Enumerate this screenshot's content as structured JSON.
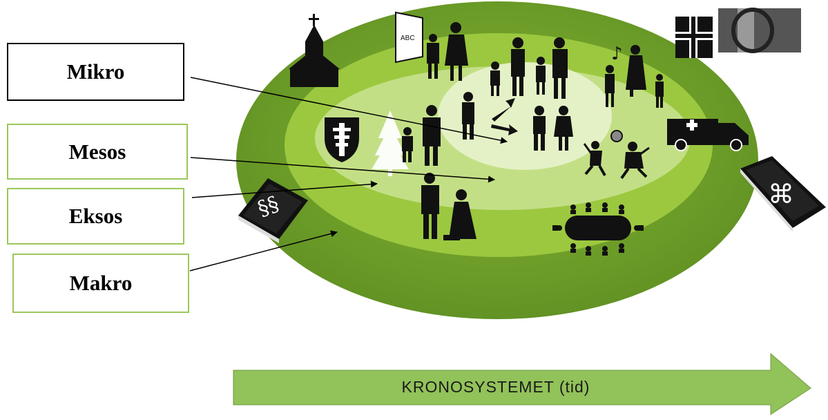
{
  "labels": {
    "mikro": "Mikro",
    "mesos": "Mesos",
    "eksos": "Eksos",
    "makro": "Makro"
  },
  "time_arrow": {
    "text": "KRONOSYSTEMET (tid)"
  },
  "icons": [
    "church-icon",
    "school-board-icon",
    "family-icon",
    "music-icon",
    "flag-icon",
    "coat-of-arms-icon",
    "tree-icon",
    "ambulance-icon",
    "playing-children-icon",
    "law-book-icon",
    "command-book-icon",
    "meeting-table-icon",
    "couple-icon"
  ],
  "colors": {
    "outer_ring": "#6f9e2a",
    "middle_ring": "#9cc840",
    "inner_ring": "#c3df86",
    "core": "#e4f1c6",
    "arrow_fill": "#92c25a",
    "box_green_border": "#9bc75a"
  }
}
